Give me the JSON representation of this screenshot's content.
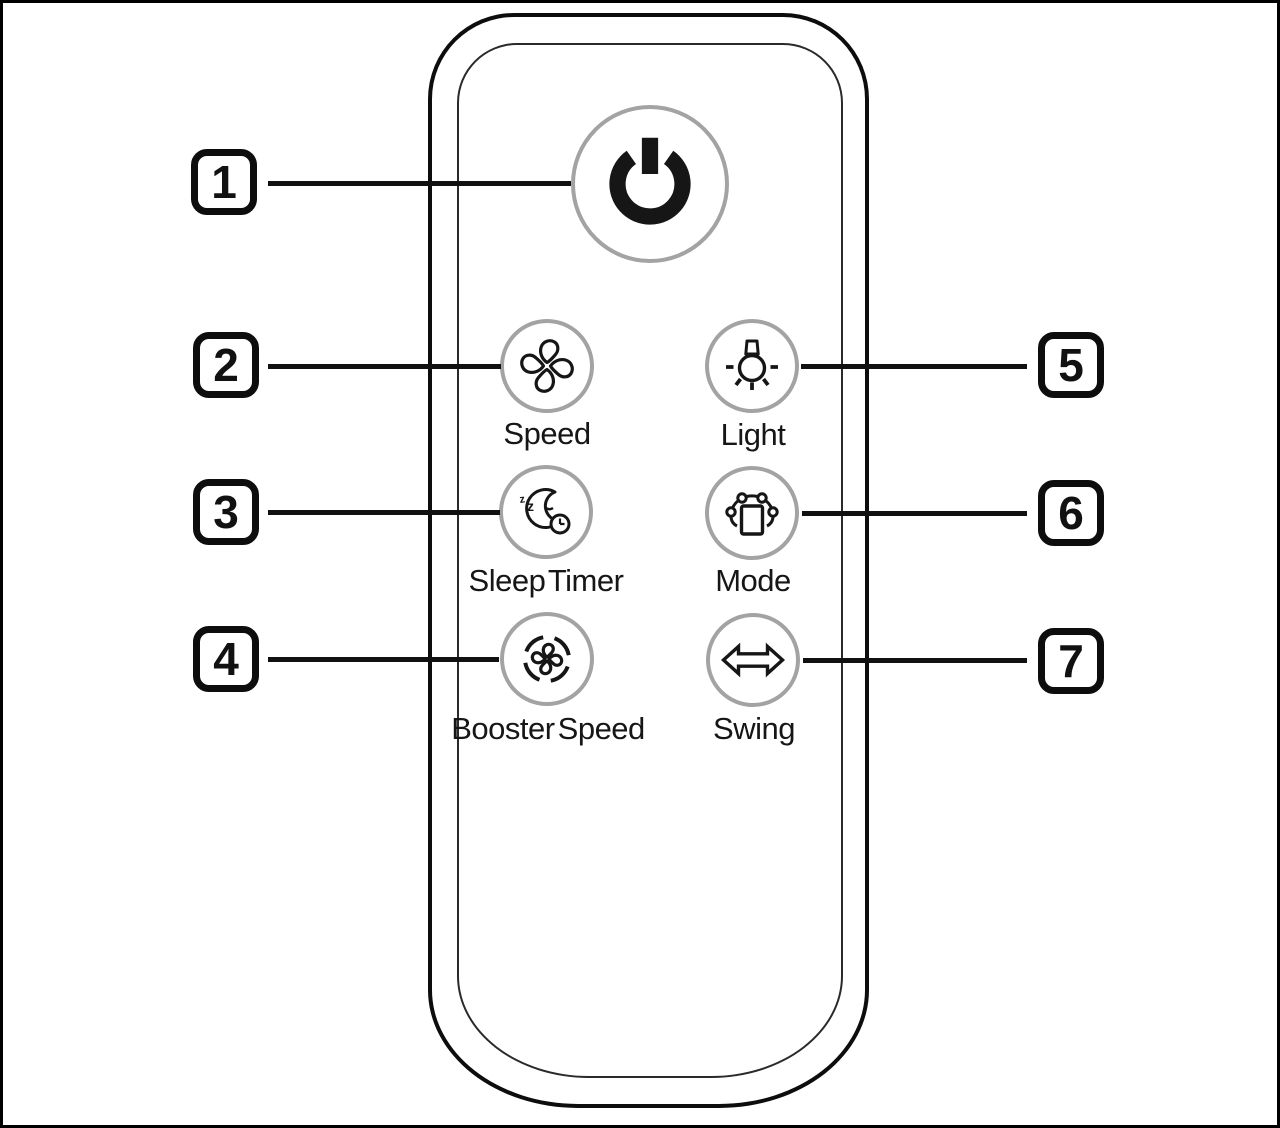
{
  "diagram": {
    "device": "remote-control",
    "background_color": "#ffffff",
    "outline_color": "#0d0d0d",
    "button_ring_color": "#a3a3a3",
    "icon_color": "#161616"
  },
  "callouts": {
    "numbers": [
      "1",
      "2",
      "3",
      "4",
      "5",
      "6",
      "7"
    ]
  },
  "buttons": {
    "power": {
      "icon": "power-icon",
      "label": ""
    },
    "speed": {
      "icon": "fan-icon",
      "label": "Speed"
    },
    "sleep_timer": {
      "icon": "sleep-timer-icon",
      "label": "Sleep Timer"
    },
    "booster_speed": {
      "icon": "booster-fan-icon",
      "label": "Booster Speed"
    },
    "light": {
      "icon": "light-bulb-icon",
      "label": "Light"
    },
    "mode": {
      "icon": "mode-icon",
      "label": "Mode"
    },
    "swing": {
      "icon": "swing-arrows-icon",
      "label": "Swing"
    }
  }
}
